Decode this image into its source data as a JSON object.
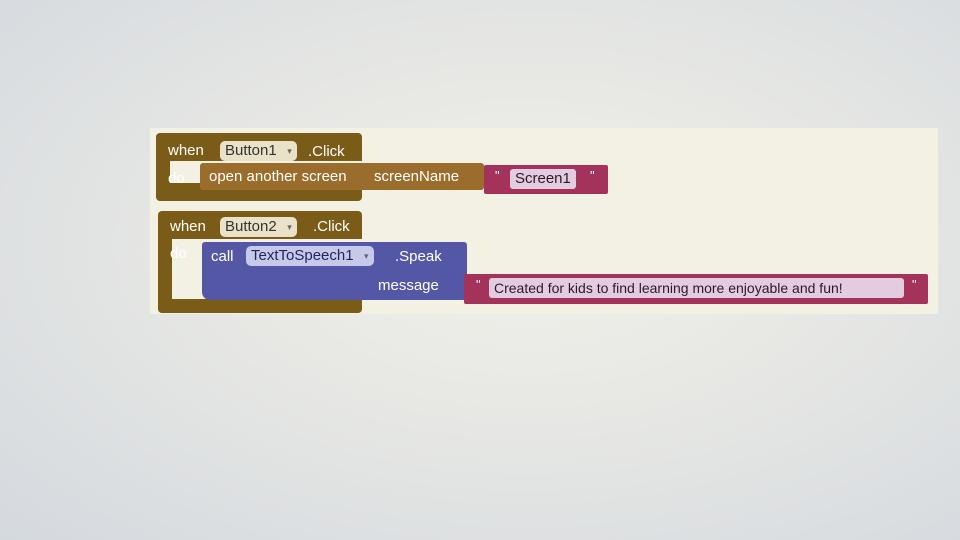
{
  "blocks": {
    "event1": {
      "when": "when",
      "component": "Button1",
      "event": ".Click",
      "do": "do",
      "action": "open another screen",
      "param": "screenName",
      "value": "Screen1"
    },
    "event2": {
      "when": "when",
      "component": "Button2",
      "event": ".Click",
      "do": "do",
      "call": "call",
      "target": "TextToSpeech1",
      "method": ".Speak",
      "param": "message",
      "value": "Created for kids to find learning more enjoyable and fun!"
    }
  },
  "icons": {
    "dropdown": "chevron-down-icon",
    "quote": "quote-icon"
  },
  "colors": {
    "event": "#7a5c18",
    "procedure": "#9b6d2c",
    "method": "#5457a6",
    "text": "#a3335a",
    "field": "#e9e2c8"
  }
}
